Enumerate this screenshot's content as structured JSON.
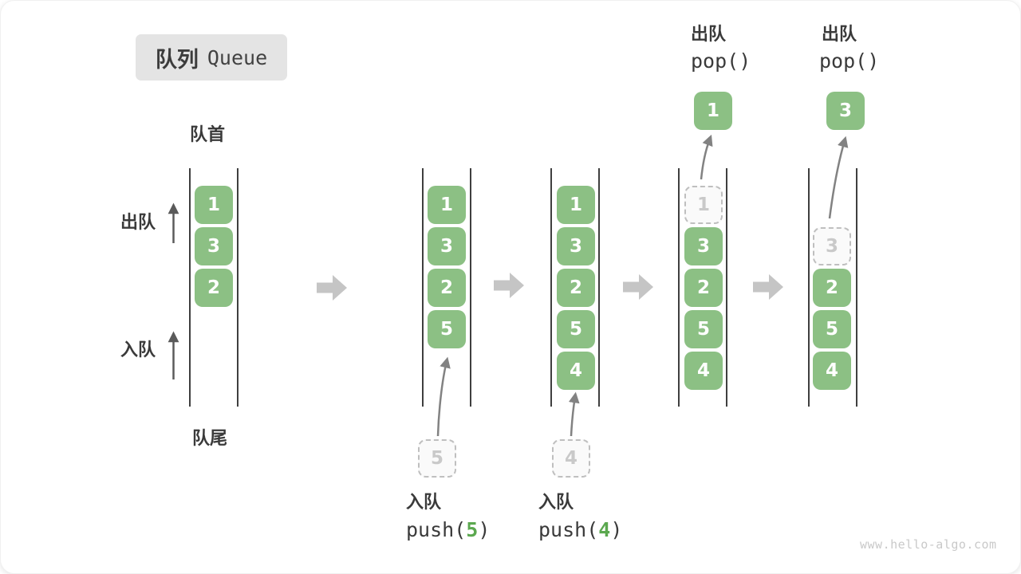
{
  "title": {
    "zh": "队列",
    "en": "Queue"
  },
  "labels": {
    "front": "队首",
    "rear": "队尾",
    "dequeue": "出队",
    "enqueue": "入队"
  },
  "watermark": "www.hello-algo.com",
  "colors": {
    "cell_green": "#8cc084",
    "arg_green": "#5ba84f",
    "ghost_border": "#bfbfbf",
    "ghost_text": "#c9c9c9",
    "queue_line": "#3f3f3f",
    "flow_arrow": "#c5c5c5",
    "curve_arrow": "#828282",
    "direction_arrow": "#5a5a5a",
    "label_text": "#3a3a3a",
    "badge_bg": "#e4e4e4",
    "watermark_text": "#c9c9c9"
  },
  "states": [
    {
      "cells": [
        "1",
        "3",
        "2"
      ]
    },
    {
      "cells": [
        "1",
        "3",
        "2",
        "5"
      ],
      "staged": "5",
      "caption": {
        "zh": "入队",
        "code_prefix": "push(",
        "arg": "5",
        "code_suffix": ")"
      }
    },
    {
      "cells": [
        "1",
        "3",
        "2",
        "5",
        "4"
      ],
      "staged": "4",
      "caption": {
        "zh": "入队",
        "code_prefix": "push(",
        "arg": "4",
        "code_suffix": ")"
      }
    },
    {
      "ghost": "1",
      "cells": [
        "3",
        "2",
        "5",
        "4"
      ],
      "popped": "1",
      "caption": {
        "zh": "出队",
        "code": "pop()"
      }
    },
    {
      "ghost": "3",
      "cells": [
        "2",
        "5",
        "4"
      ],
      "popped": "3",
      "caption": {
        "zh": "出队",
        "code": "pop()"
      }
    }
  ]
}
